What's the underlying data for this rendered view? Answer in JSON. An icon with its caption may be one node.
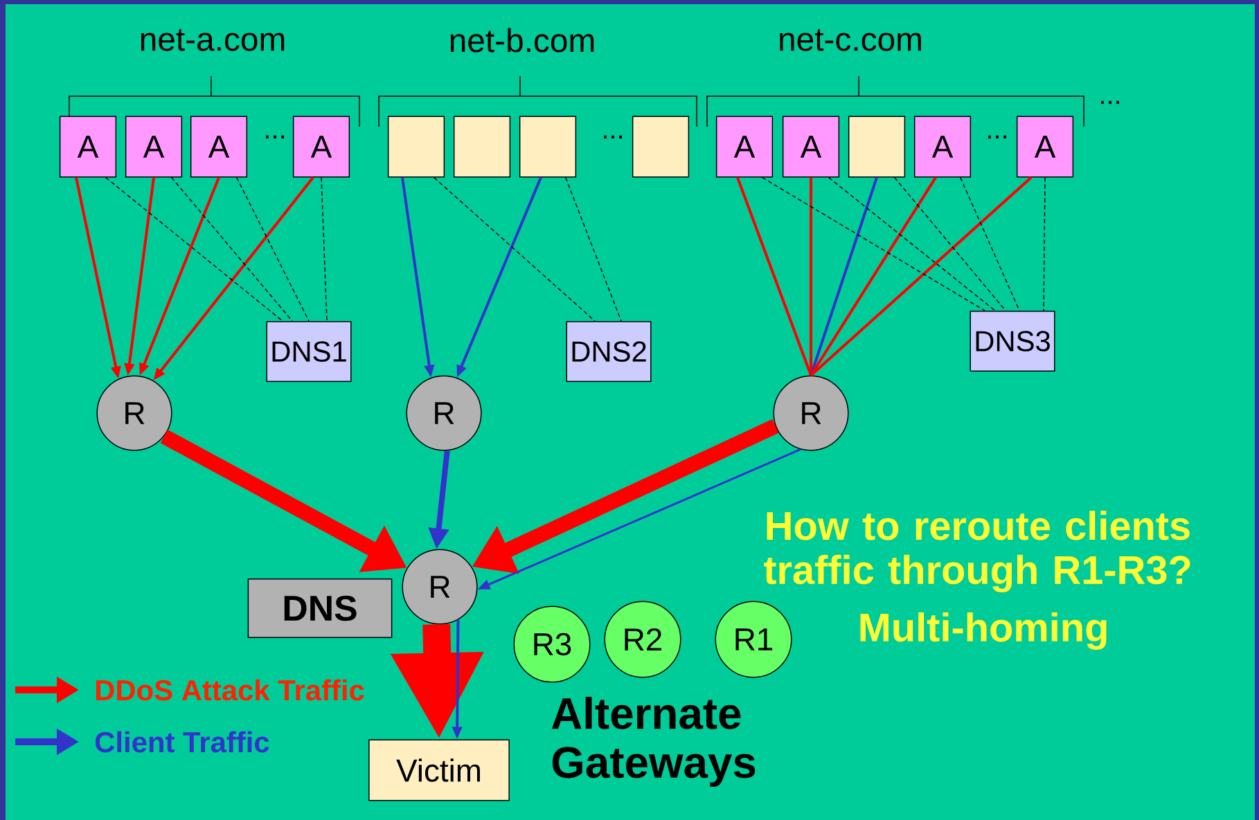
{
  "diagram": {
    "nodes": [
      {
        "text": [
          "A"
        ]
      },
      {
        "text": [
          "A"
        ]
      },
      {
        "text": [
          "A"
        ]
      },
      {
        "text": [
          "A"
        ]
      },
      {
        "text": [],
        "shape": "box"
      },
      {
        "text": [],
        "shape": "box"
      },
      {
        "text": [],
        "shape": "box"
      },
      {
        "text": [],
        "shape": "box"
      },
      {
        "text": [
          "A"
        ]
      },
      {
        "text": [
          "A"
        ]
      },
      {
        "text": [],
        "shape": "box"
      },
      {
        "text": [
          "A"
        ]
      },
      {
        "text": [
          "A"
        ]
      },
      {
        "text": [
          "DNS1"
        ]
      },
      {
        "text": [
          "DNS2"
        ]
      },
      {
        "text": [
          "DNS3"
        ]
      },
      {
        "text": [
          "R"
        ]
      },
      {
        "text": [
          "R"
        ]
      },
      {
        "text": [
          "R"
        ]
      },
      {
        "text": [
          "R"
        ]
      },
      {
        "text": [
          "DNS"
        ]
      },
      {
        "text": [
          "R3"
        ]
      },
      {
        "text": [
          "R2"
        ]
      },
      {
        "text": [
          "R1"
        ]
      },
      {
        "text": [
          "Victim"
        ]
      }
    ],
    "edges": [
      {
        "from": 0,
        "to": 16,
        "arrow": "to",
        "color": "#ff0000"
      },
      {
        "from": 1,
        "to": 16,
        "arrow": "to",
        "color": "#ff0000"
      },
      {
        "from": 2,
        "to": 16,
        "arrow": "to",
        "color": "#ff0000"
      },
      {
        "from": 3,
        "to": 16,
        "arrow": "to",
        "color": "#ff0000"
      },
      {
        "from": 0,
        "to": 13,
        "arrow": "none",
        "style": "dashed",
        "color": "#000000"
      },
      {
        "from": 1,
        "to": 13,
        "arrow": "none",
        "style": "dashed",
        "color": "#000000"
      },
      {
        "from": 2,
        "to": 13,
        "arrow": "none",
        "style": "dashed",
        "color": "#000000"
      },
      {
        "from": 3,
        "to": 13,
        "arrow": "none",
        "style": "dashed",
        "color": "#000000"
      },
      {
        "from": 4,
        "to": 17,
        "arrow": "to",
        "color": "#3333cc"
      },
      {
        "from": 6,
        "to": 17,
        "arrow": "to",
        "color": "#3333cc"
      },
      {
        "from": 4,
        "to": 14,
        "arrow": "none",
        "style": "dashed",
        "color": "#000000"
      },
      {
        "from": 6,
        "to": 14,
        "arrow": "none",
        "style": "dashed",
        "color": "#000000"
      },
      {
        "from": 8,
        "to": 18,
        "arrow": "none",
        "color": "#ff0000"
      },
      {
        "from": 9,
        "to": 18,
        "arrow": "none",
        "color": "#ff0000"
      },
      {
        "from": 10,
        "to": 18,
        "arrow": "none",
        "color": "#3333cc"
      },
      {
        "from": 11,
        "to": 18,
        "arrow": "none",
        "color": "#ff0000"
      },
      {
        "from": 12,
        "to": 18,
        "arrow": "none",
        "color": "#ff0000"
      },
      {
        "from": 8,
        "to": 15,
        "arrow": "none",
        "style": "dashed",
        "color": "#000000"
      },
      {
        "from": 9,
        "to": 15,
        "arrow": "none",
        "style": "dashed",
        "color": "#000000"
      },
      {
        "from": 10,
        "to": 15,
        "arrow": "none",
        "style": "dashed",
        "color": "#000000"
      },
      {
        "from": 11,
        "to": 15,
        "arrow": "none",
        "style": "dashed",
        "color": "#000000"
      },
      {
        "from": 12,
        "to": 15,
        "arrow": "none",
        "style": "dashed",
        "color": "#000000"
      },
      {
        "from": 16,
        "to": 19,
        "arrow": "to",
        "style": "thick",
        "color": "#ff0000"
      },
      {
        "from": 17,
        "to": 19,
        "arrow": "to",
        "style": "thick",
        "color": "#3333cc"
      },
      {
        "from": 18,
        "to": 19,
        "arrow": "to",
        "style": "thick",
        "color": "#ff0000"
      },
      {
        "from": 18,
        "to": 19,
        "arrow": "to",
        "color": "#3333cc"
      },
      {
        "from": 19,
        "to": 24,
        "arrow": "to",
        "style": "thick",
        "color": "#ff0000"
      },
      {
        "from": 19,
        "to": 24,
        "arrow": "to",
        "color": "#3333cc"
      }
    ],
    "labels": [
      "net-a.com",
      "net-b.com",
      "net-c.com",
      "...",
      "...",
      "...",
      "...",
      "How to reroute clients traffic through R1-R3?",
      "Multi-homing",
      "Alternate Gateways"
    ],
    "legend": [
      {
        "text": "DDoS Attack Traffic"
      },
      {
        "text": "Client Traffic"
      }
    ]
  }
}
